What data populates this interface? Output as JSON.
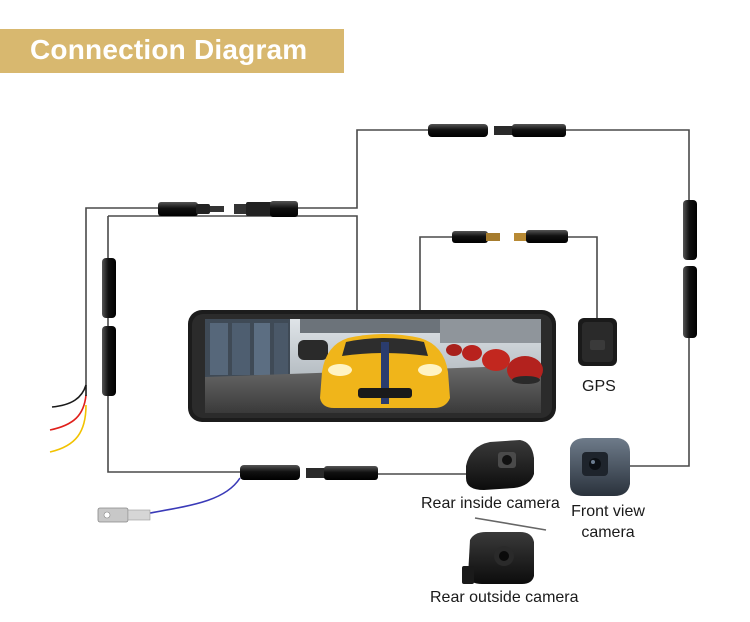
{
  "header": {
    "title": "Connection Diagram"
  },
  "labels": {
    "gps": "GPS",
    "rear_inside_camera": "Rear inside camera",
    "front_view_camera": "Front view camera",
    "rear_outside_camera": "Rear outside camera"
  },
  "colors": {
    "banner": "#d8b86f",
    "cable": "#4a4a4a",
    "wire_black": "#1a1a1a",
    "wire_red": "#e0201b",
    "wire_yellow": "#f2c200",
    "wire_blue": "#3a3ab8"
  }
}
